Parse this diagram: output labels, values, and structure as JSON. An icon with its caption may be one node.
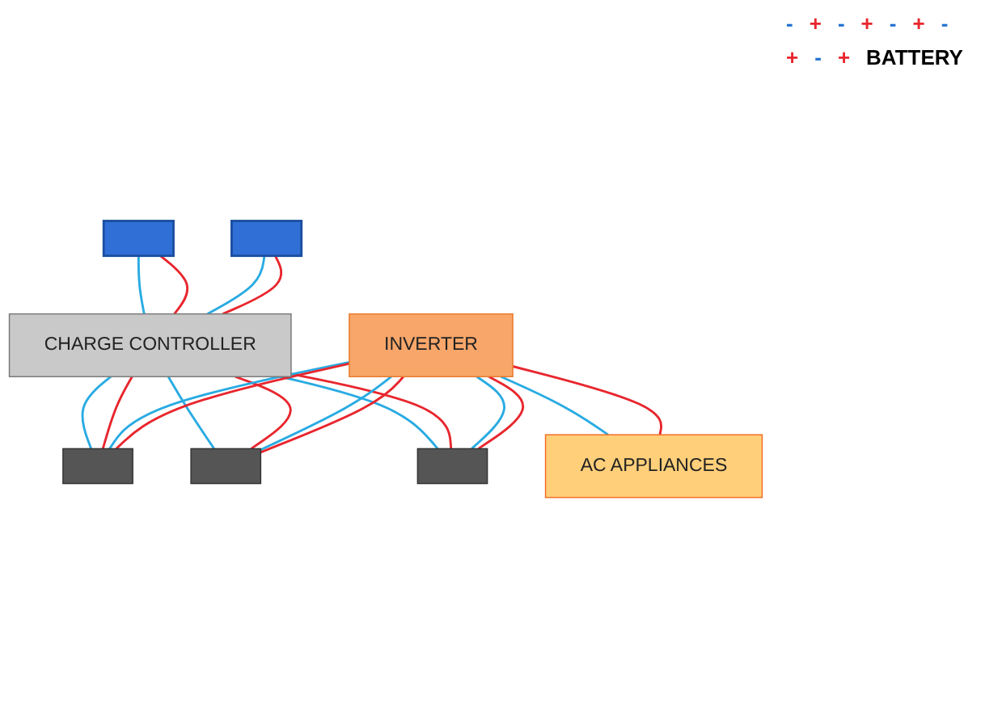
{
  "diagram": {
    "nodes": [
      {
        "text": [],
        "shape": "box"
      },
      {
        "text": [],
        "shape": "box"
      },
      {
        "text": [
          "INVERTER"
        ]
      },
      {
        "text": [
          "CHARGE CONTROLLER"
        ]
      },
      {
        "text": [],
        "shape": "box"
      },
      {
        "text": [],
        "shape": "box"
      },
      {
        "text": [],
        "shape": "box"
      },
      {
        "text": [
          "AC APPLIANCES"
        ]
      }
    ],
    "edges": [
      {
        "from": 0,
        "to": 3,
        "arrow": "none",
        "color": "#29abe2"
      },
      {
        "from": 0,
        "to": 3,
        "arrow": "none",
        "color": "#e8262d"
      },
      {
        "from": 1,
        "to": 3,
        "arrow": "none",
        "color": "#29abe2"
      },
      {
        "from": 1,
        "to": 3,
        "arrow": "none",
        "color": "#e8262d"
      },
      {
        "from": 3,
        "to": 4,
        "arrow": "none",
        "color": "#29abe2"
      },
      {
        "from": 3,
        "to": 4,
        "arrow": "none",
        "color": "#e8262d"
      },
      {
        "from": 3,
        "to": 5,
        "arrow": "none",
        "color": "#29abe2"
      },
      {
        "from": 3,
        "to": 5,
        "arrow": "none",
        "color": "#e8262d"
      },
      {
        "from": 3,
        "to": 6,
        "arrow": "none",
        "color": "#29abe2"
      },
      {
        "from": 3,
        "to": 6,
        "arrow": "none",
        "color": "#e8262d"
      },
      {
        "from": 2,
        "to": 4,
        "arrow": "none",
        "color": "#29abe2"
      },
      {
        "from": 2,
        "to": 4,
        "arrow": "none",
        "color": "#e8262d"
      },
      {
        "from": 2,
        "to": 5,
        "arrow": "none",
        "color": "#29abe2"
      },
      {
        "from": 2,
        "to": 5,
        "arrow": "none",
        "color": "#e8262d"
      },
      {
        "from": 2,
        "to": 6,
        "arrow": "none",
        "color": "#29abe2"
      },
      {
        "from": 2,
        "to": 6,
        "arrow": "none",
        "color": "#e8262d"
      },
      {
        "from": 2,
        "to": 7,
        "arrow": "none",
        "color": "#29abe2"
      },
      {
        "from": 2,
        "to": 7,
        "arrow": "none",
        "color": "#e8262d"
      }
    ],
    "labels": [
      "-",
      "+",
      "-",
      "+",
      "-",
      "+",
      "-",
      "+",
      "-",
      "+",
      "BATTERY"
    ]
  }
}
